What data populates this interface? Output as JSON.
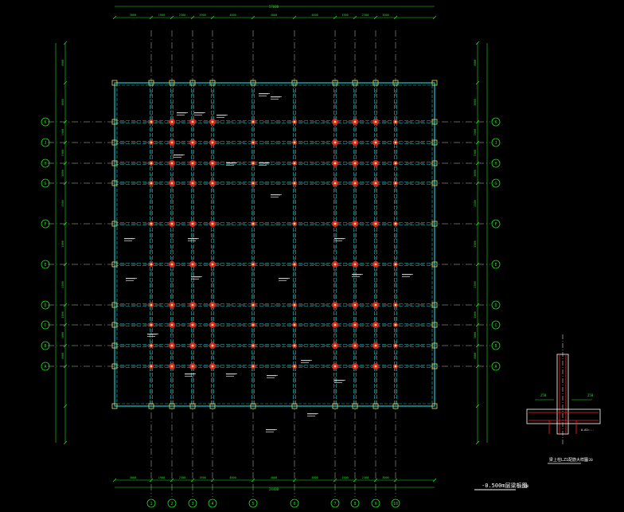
{
  "drawing": {
    "overall_dim_top": "57600",
    "overall_dim_bottom": "24400",
    "top_spans": [
      "3000",
      "1900",
      "2300",
      "1900",
      "4000",
      "4000",
      "4000",
      "1900",
      "2300",
      "3000"
    ],
    "bottom_spans": [
      "3000",
      "1900",
      "2300",
      "1900",
      "4000",
      "4000",
      "4000",
      "1900",
      "2300",
      "3000"
    ],
    "left_spans": [
      "4900",
      "3000",
      "1900",
      "1900",
      "3000",
      "2300",
      "1900",
      "2300",
      "1900",
      "3000",
      "4900"
    ],
    "right_spans": [
      "4900",
      "3000",
      "1900",
      "1900",
      "3000",
      "2300",
      "1900",
      "2300",
      "1900",
      "3000",
      "4900"
    ],
    "col_axes": [
      "1",
      "2",
      "3",
      "4",
      "5",
      "6",
      "7",
      "8",
      "9",
      "10"
    ],
    "row_axes": [
      "K",
      "J",
      "H",
      "G",
      "F",
      "E",
      "D",
      "C",
      "B",
      "A"
    ],
    "plan_title": "-0.500m层梁板图",
    "plan_scale": "1:100",
    "detail_title": "梁上柱LZ1配筋大样图",
    "detail_scale": "1:20",
    "detail_dim_left": "250",
    "detail_dim_right": "250",
    "detail_note": "A-A1=..."
  },
  "colors": {
    "background": "#000000",
    "axis_line": "#ffffff",
    "beam": "#19c7c7",
    "dimension": "#22dd22",
    "column_mark": "#ff2020",
    "note_text": "#ffffff",
    "grid_bubble": "#22dd22",
    "node": "#e8e060"
  }
}
